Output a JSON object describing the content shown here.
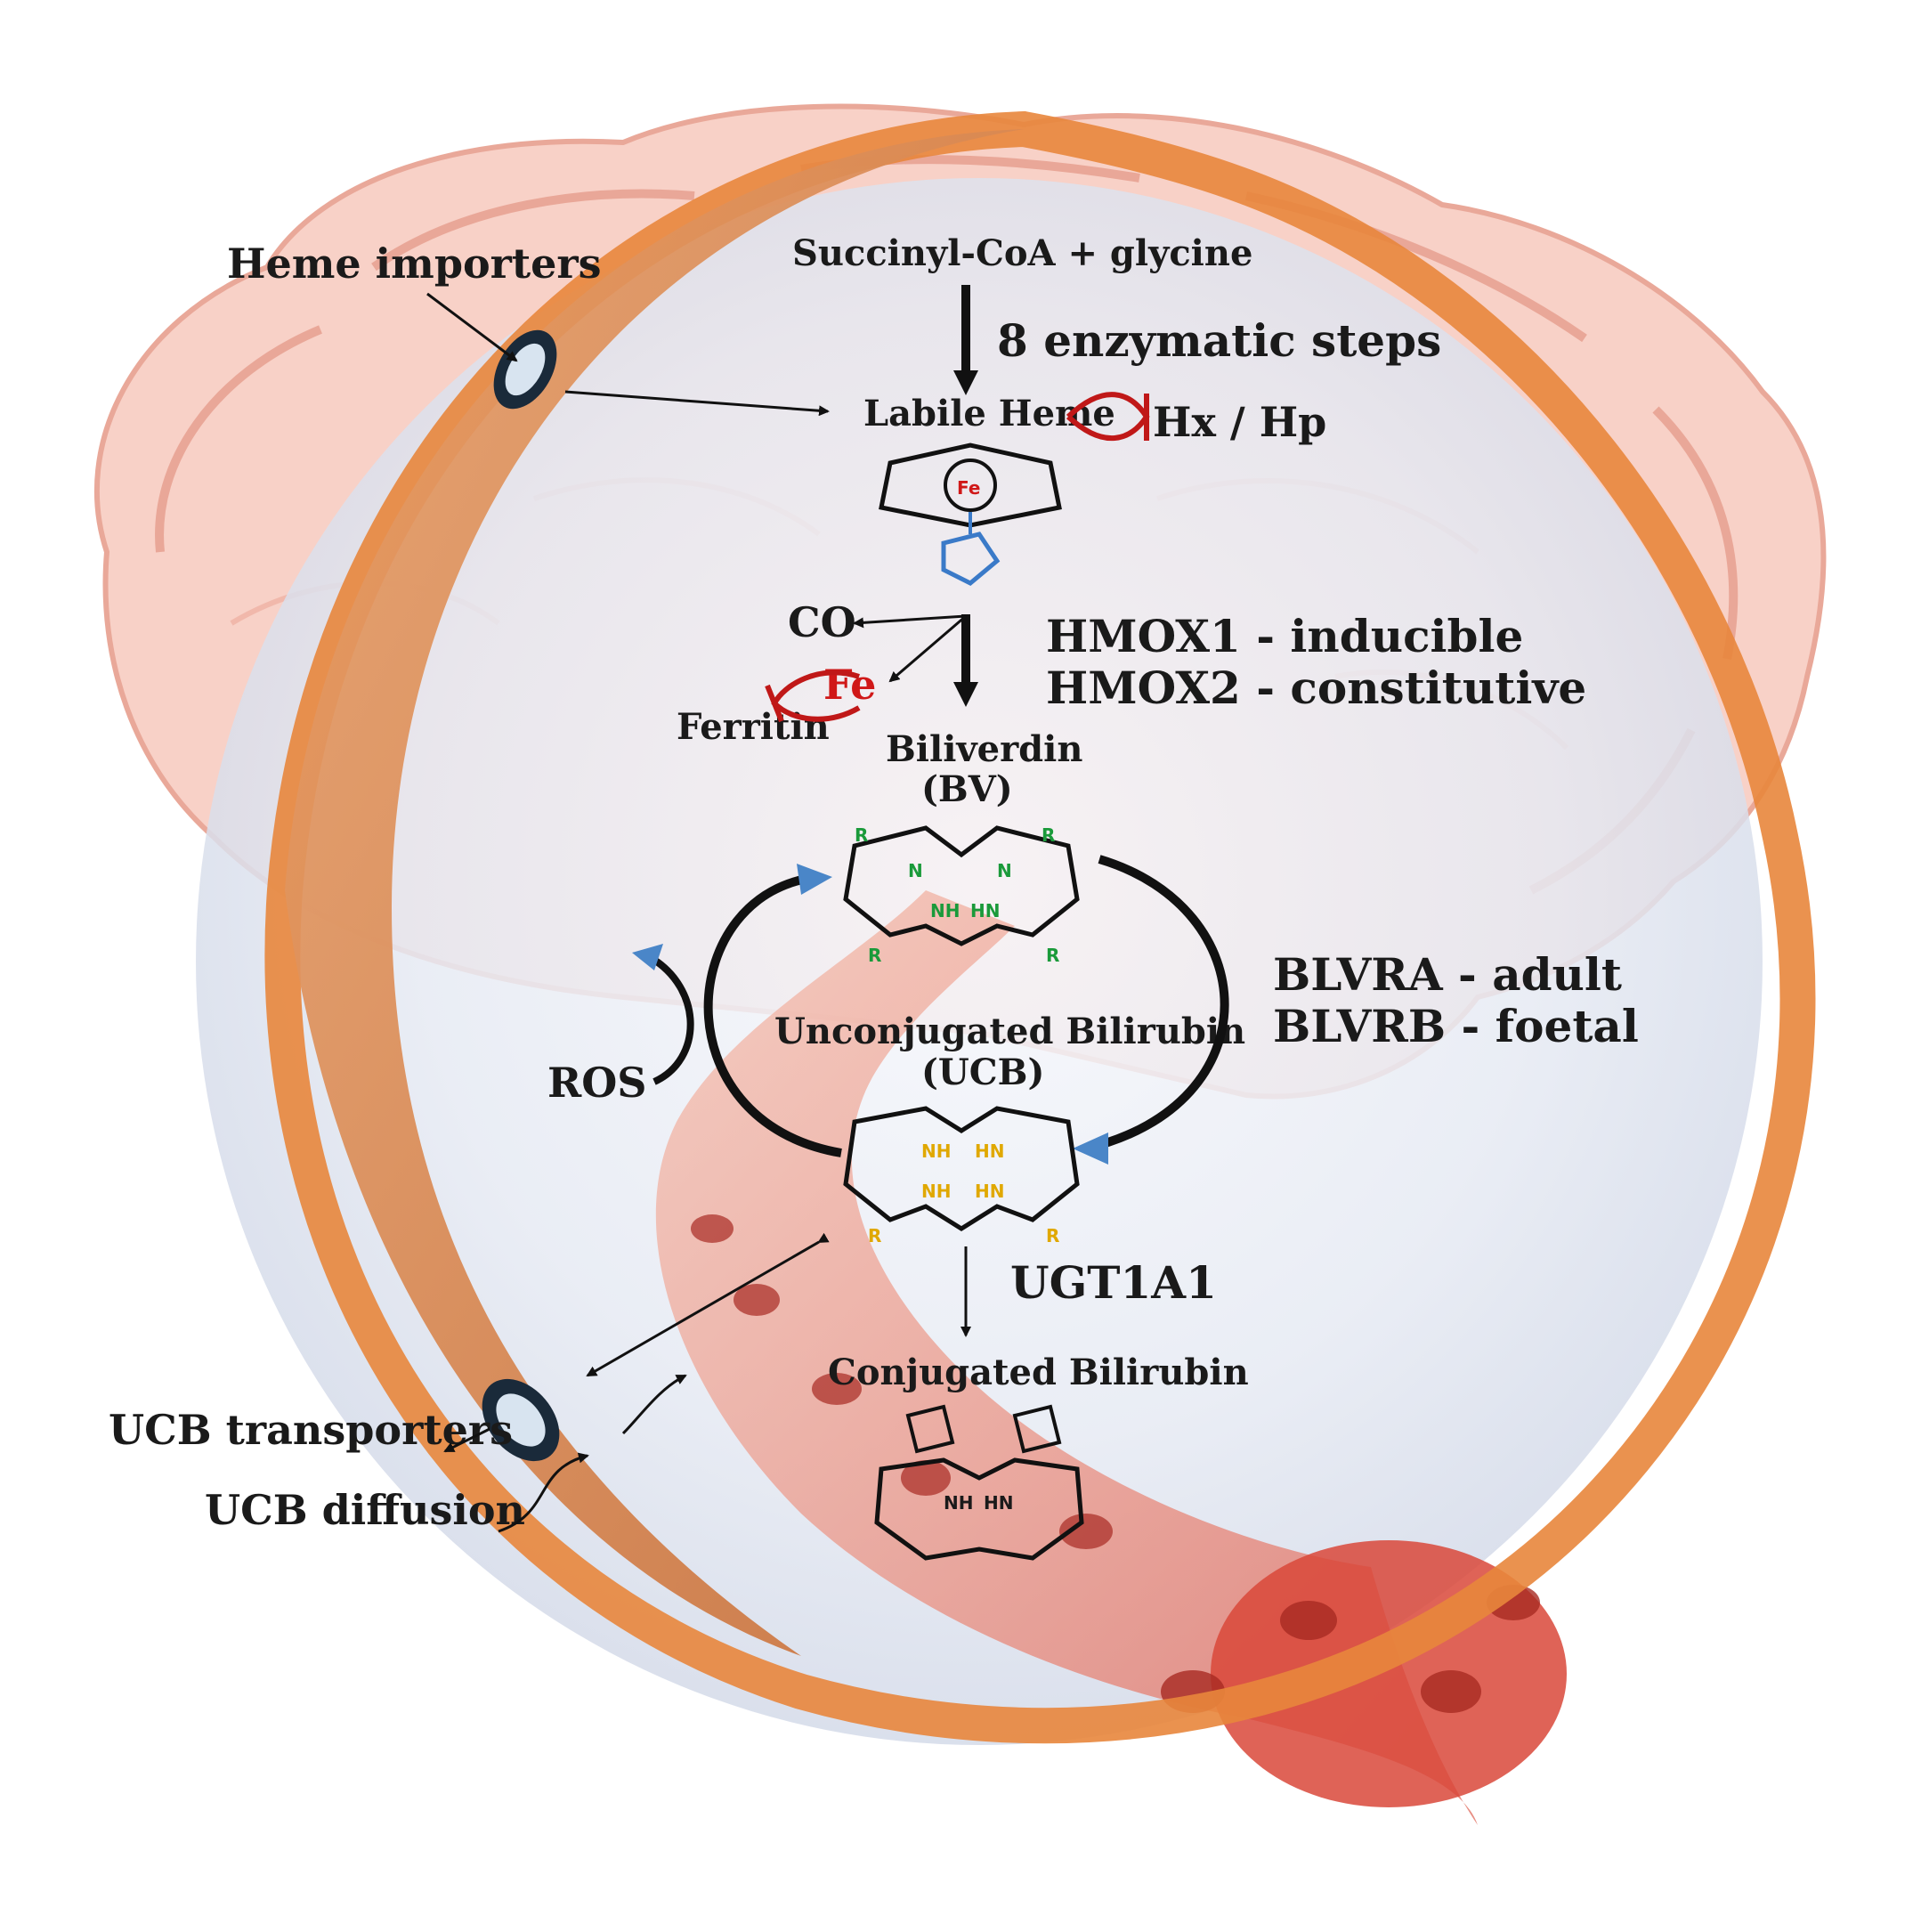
{
  "labels": {
    "heme_importers": "Heme importers",
    "substrate": "Succinyl-CoA + glycine",
    "steps": "8 enzymatic steps",
    "labile_heme": "Labile Heme",
    "hx_hp": "Hx / Hp",
    "co": "CO",
    "fe": "Fe",
    "ferritin": "Ferritin",
    "hmox1": "HMOX1 - inducible",
    "hmox2": "HMOX2 - constitutive",
    "biliverdin": "Biliverdin",
    "bv": "(BV)",
    "blvra": "BLVRA - adult",
    "blvrb": "BLVRB - foetal",
    "ros": "ROS",
    "ucb_name": "Unconjugated Bilirubin",
    "ucb": "(UCB)",
    "ugt1a1": "UGT1A1",
    "conjugated": "Conjugated Bilirubin",
    "ucb_transporters": "UCB transporters",
    "ucb_diffusion": "UCB diffusion"
  },
  "colors": {
    "membrane": "#d9854a",
    "brain": "#f2a89a",
    "vessel": "#d94a3c",
    "heme_iron": "#d01818",
    "inhibition": "#c01818",
    "biliverdin": "#1a9a3a",
    "bilirubin": "#e0a800",
    "cycle_arrowhead": "#4a86c8"
  }
}
